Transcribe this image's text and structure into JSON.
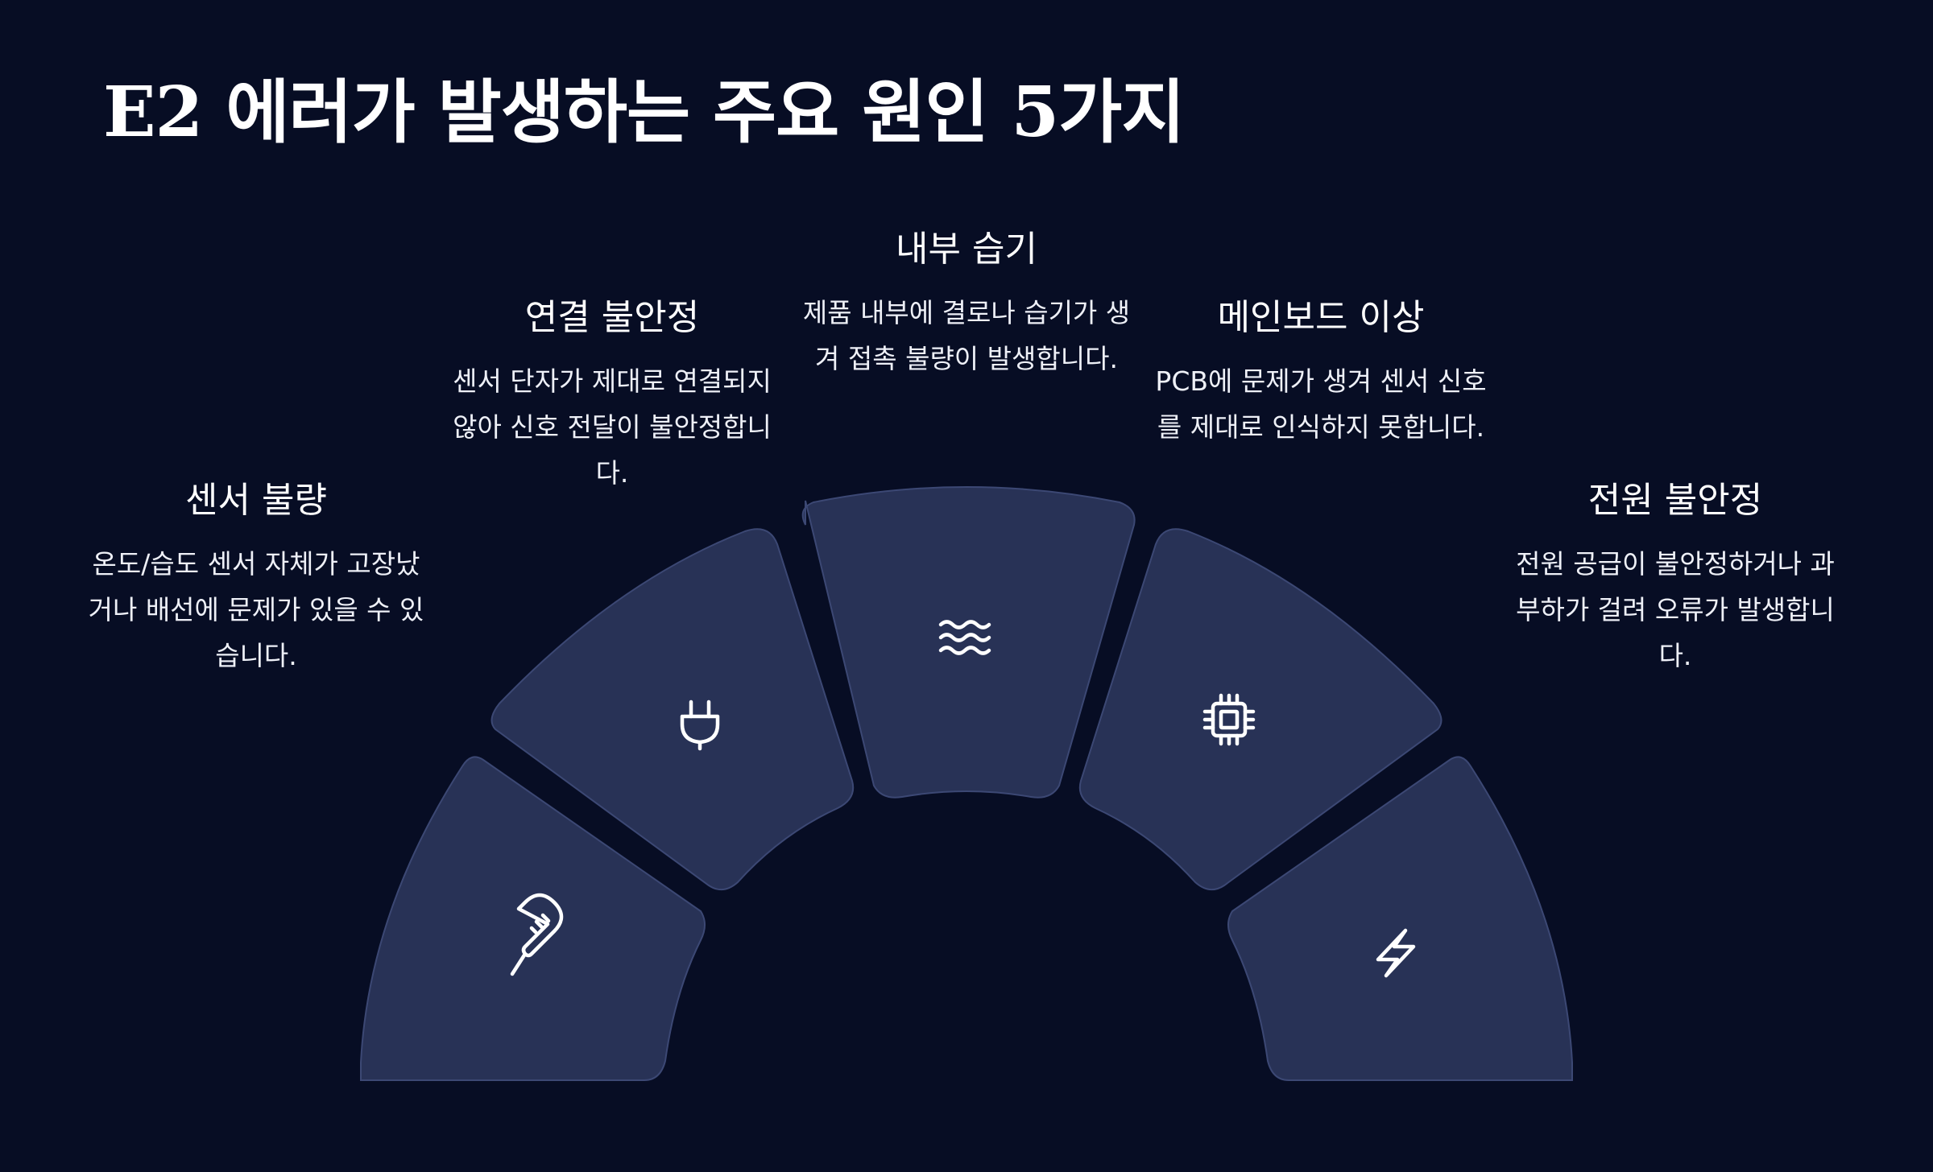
{
  "title": "E2 에러가 발생하는 주요 원인 5가지",
  "causes": [
    {
      "title": "센서 불량",
      "description": "온도/습도 센서 자체가 고장났거나 배선에 문제가 있을 수 있습니다.",
      "icon": "thermometer-icon"
    },
    {
      "title": "연결 불안정",
      "description": "센서 단자가 제대로 연결되지 않아 신호 전달이 불안정합니다.",
      "icon": "plug-icon"
    },
    {
      "title": "내부 습기",
      "description": "제품 내부에 결로나 습기가 생겨 접촉 불량이 발생합니다.",
      "icon": "waves-icon"
    },
    {
      "title": "메인보드 이상",
      "description": "PCB에 문제가 생겨 센서 신호를 제대로 인식하지 못합니다.",
      "icon": "chip-icon"
    },
    {
      "title": "전원 불안정",
      "description": "전원 공급이 불안정하거나 과부하가 걸려 오류가 발생합니다.",
      "icon": "lightning-icon"
    }
  ],
  "colors": {
    "background": "#070d24",
    "segment_fill": "#283256",
    "segment_stroke": "#3c4874",
    "text": "#ffffff"
  }
}
